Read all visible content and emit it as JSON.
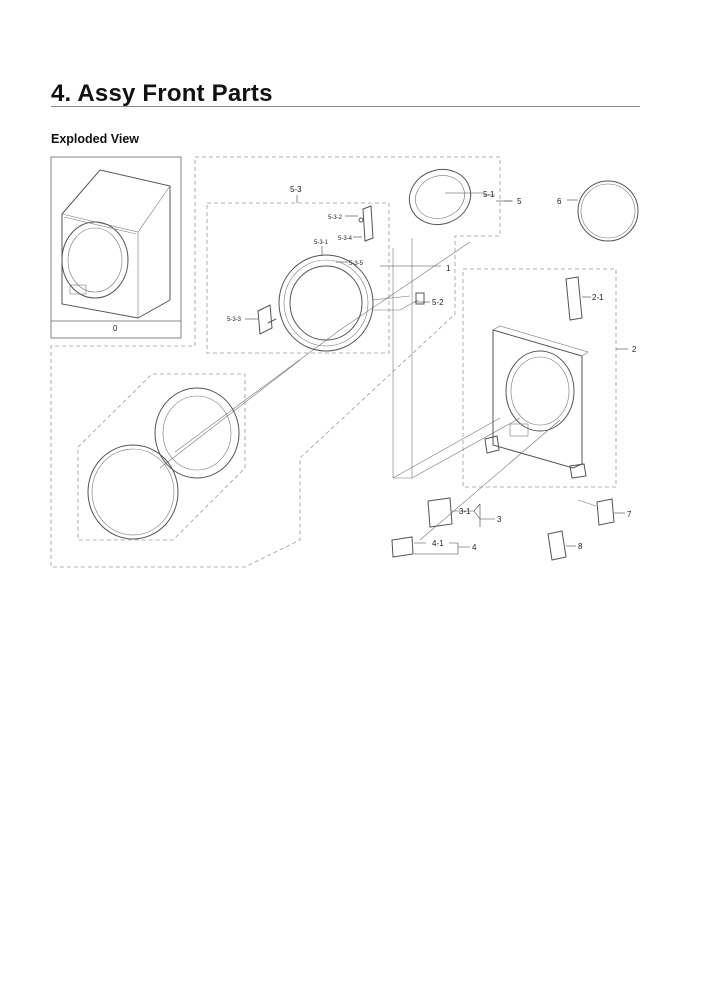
{
  "header": {
    "title": "4.  Assy Front Parts",
    "subtitle": "Exploded View"
  },
  "diagram": {
    "labels": {
      "p0": "0",
      "p1": "1",
      "p2": "2",
      "p2_1": "2-1",
      "p3": "3",
      "p3_1": "3-1",
      "p4": "4",
      "p4_1": "4-1",
      "p5": "5",
      "p5_1": "5-1",
      "p5_2": "5-2",
      "p5_3": "5-3",
      "p5_3_1": "5-3-1",
      "p5_3_2": "5-3-2",
      "p5_3_3": "5-3-3",
      "p5_3_4": "5-3-4",
      "p5_3_5": "5-3-5",
      "p6": "6",
      "p7": "7",
      "p8": "8"
    }
  }
}
